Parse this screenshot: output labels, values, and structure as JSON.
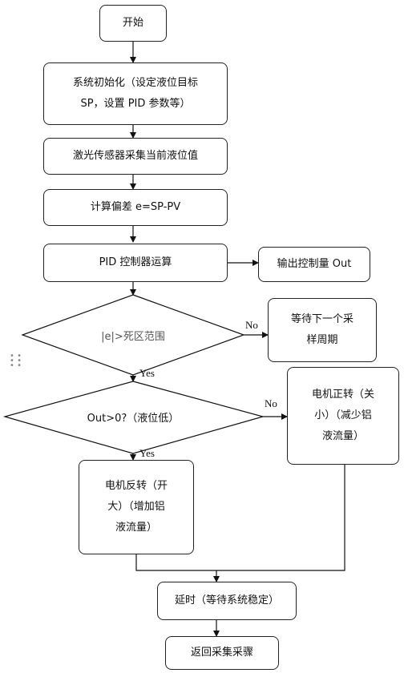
{
  "nodes": {
    "start": "开始",
    "init_line1": "系统初始化（设定液位目标",
    "init_line2": "SP，设置 PID 参数等）",
    "sensor": "激光传感器采集当前液位值",
    "compute": "计算偏差 e=SP-PV",
    "pid": "PID 控制器运算",
    "output": "输出控制量 Out",
    "decision1": "|e|>死区范围",
    "wait_line1": "等待下一个采",
    "wait_line2": "样周期",
    "decision2": "Out>0?（液位低）",
    "forward_line1": "电机正转（关",
    "forward_line2": "小）（减少铝",
    "forward_line3": "液流量）",
    "reverse_line1": "电机反转（开",
    "reverse_line2": "大）（增加铝",
    "reverse_line3": "液流量）",
    "delay": "延时（等待系统稳定）",
    "return": "返回采集采骤"
  },
  "labels": {
    "d1_no": "No",
    "d1_yes": "Yes",
    "d2_no": "No",
    "d2_yes": "Yes"
  }
}
